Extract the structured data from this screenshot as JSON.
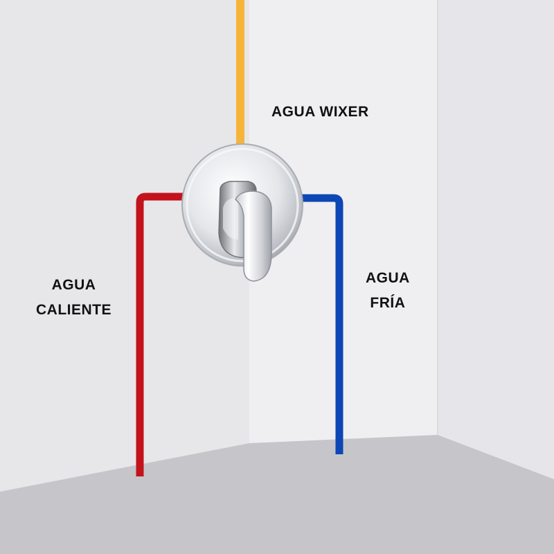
{
  "labels": {
    "mixed_water": "AGUA WIXER",
    "hot_water": [
      "AGUA",
      "CALIENTE"
    ],
    "cold_water": [
      "AGUA",
      "FRÍA"
    ]
  },
  "colors": {
    "mixed_pipe": "#f6b53a",
    "hot_pipe": "#c3121c",
    "cold_pipe": "#0d46b5",
    "left_wall": "#e6e6e8",
    "back_wall": "#efeff1",
    "right_wall": "#e8e8ec",
    "floor": "#c4c4c8"
  },
  "icons": {
    "valve": "shower-mixer-valve-icon"
  }
}
